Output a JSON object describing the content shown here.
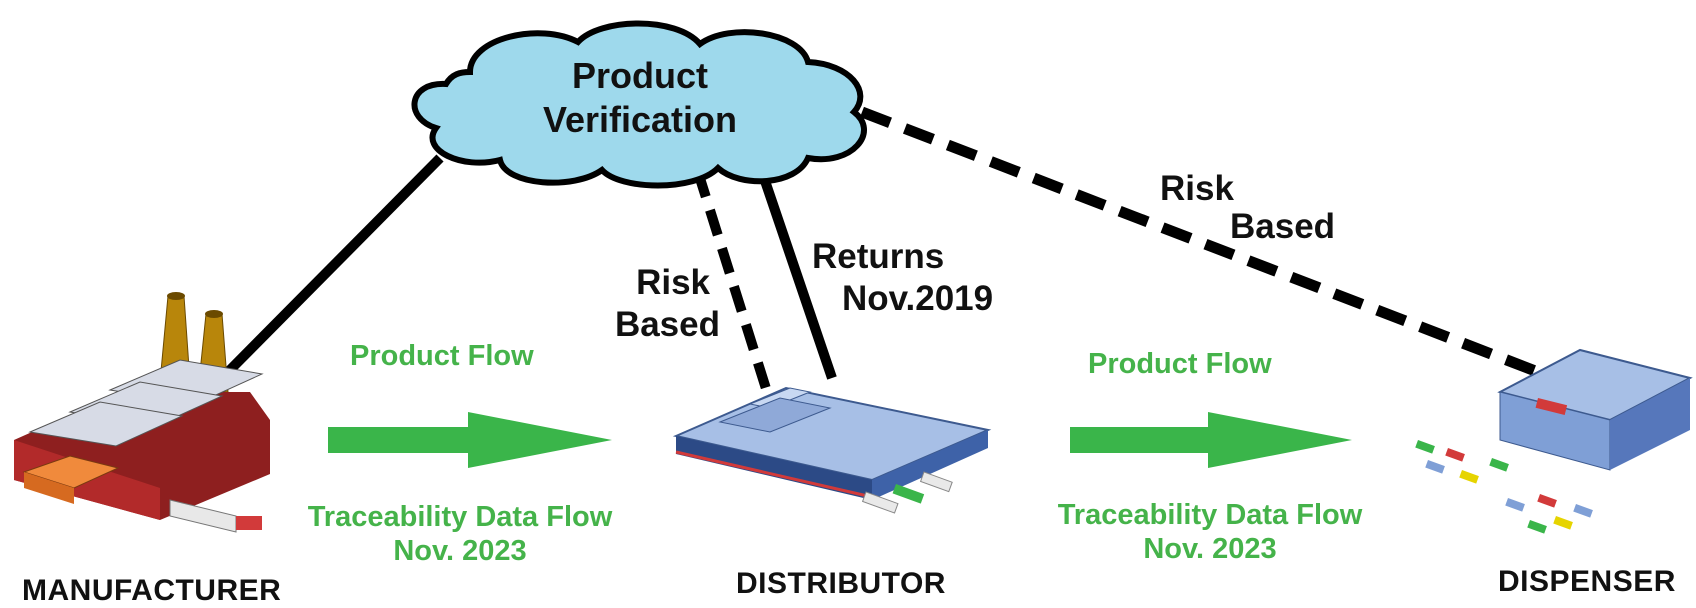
{
  "cloud": {
    "line1": "Product",
    "line2": "Verification"
  },
  "links": {
    "risk_center": {
      "line1": "Risk",
      "line2": "Based"
    },
    "returns": {
      "line1": "Returns",
      "line2": "Nov.2019"
    },
    "risk_right": {
      "line1": "Risk",
      "line2": "Based"
    }
  },
  "flows": [
    {
      "product": "Product Flow",
      "trace_line1": "Traceability Data Flow",
      "trace_line2": "Nov. 2023"
    },
    {
      "product": "Product Flow",
      "trace_line1": "Traceability Data Flow",
      "trace_line2": "Nov. 2023"
    }
  ],
  "nodes": {
    "manufacturer": "MANUFACTURER",
    "distributor": "DISTRIBUTOR",
    "dispenser": "DISPENSER"
  },
  "colors": {
    "cloud_fill": "#9ed9ec",
    "flow_green": "#3ab54a",
    "label_green": "#45b34a",
    "line_black": "#000000"
  },
  "icons": {
    "manufacturer": "factory-icon",
    "distributor": "warehouse-icon",
    "dispenser": "pharmacy-icon"
  }
}
